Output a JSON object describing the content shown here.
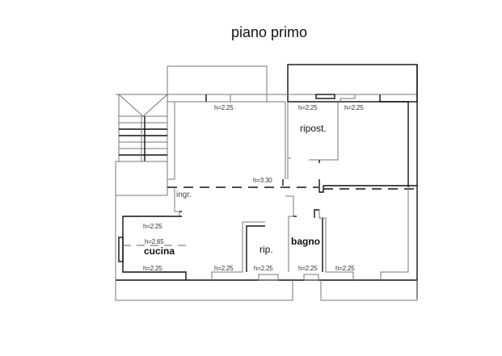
{
  "title": "piano primo",
  "rooms": {
    "ripostiglio": "ripost.",
    "ripostiglio_small": "rip.",
    "bagno": "bagno",
    "cucina": "cucina",
    "ingresso": "ingr."
  },
  "heights": {
    "living_top": "h=2.25",
    "ripost_top": "h=2.25",
    "right_room_top": "h=2.25",
    "corridor": "h=3.30",
    "cucina_top": "h=2.25",
    "cucina_mid": "h=2.65",
    "cucina_bottom": "h=2.25",
    "hall_bottom": "h=2.25",
    "rip_bottom": "h=2.25",
    "bagno_bottom": "h=2.25",
    "right_bottom": "h=2.25"
  },
  "colors": {
    "wall": "#777777",
    "wall_dark": "#111111",
    "background": "#ffffff"
  }
}
